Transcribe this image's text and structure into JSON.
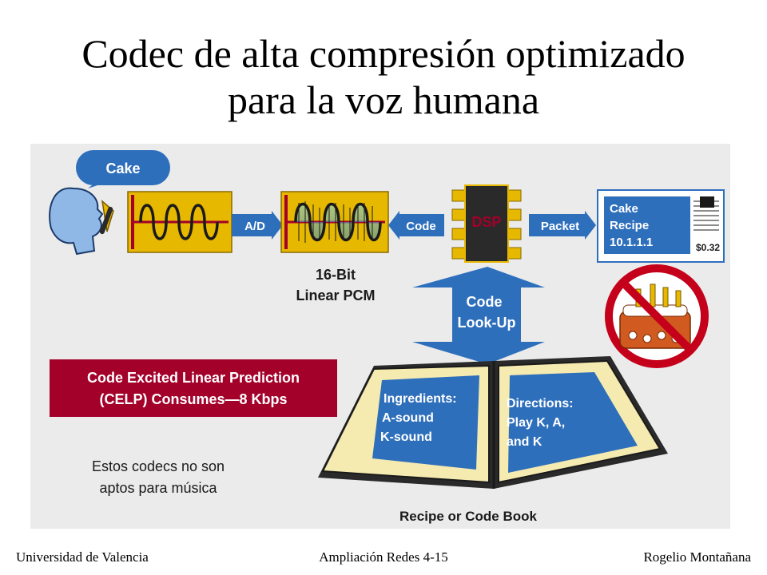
{
  "title": {
    "line1": "Codec de alta compresión optimizado",
    "line2": "para la voz humana"
  },
  "diagram": {
    "speech_bubble": "Cake",
    "ad_label": "A/D",
    "pcm_label_line1": "16-Bit",
    "pcm_label_line2": "Linear PCM",
    "code_label": "Code",
    "dsp_label": "DSP",
    "packet_label": "Packet",
    "packet_text": [
      "Cake",
      "Recipe",
      "10.1.1.1"
    ],
    "packet_price": "$0.32",
    "lookup_label_line1": "Code",
    "lookup_label_line2": "Look-Up",
    "celp_line1": "Code Excited Linear Prediction",
    "celp_line2": "(CELP) Consumes—8 Kbps",
    "book_left": [
      "Ingredients:",
      "A-sound",
      "K-sound"
    ],
    "book_right": [
      "Directions:",
      "Play K, A,",
      "and K"
    ],
    "book_caption": "Recipe or Code Book",
    "note_line1": "Estos codecs no son",
    "note_line2": "aptos para música"
  },
  "footer": {
    "left": "Universidad de Valencia",
    "center": "Ampliación Redes 4-15",
    "right": "Rogelio Montañana"
  },
  "colors": {
    "blue": "#2e6fbc",
    "gold": "#e7b800",
    "crimson": "#a3002a",
    "dark": "#2a2a2a"
  }
}
